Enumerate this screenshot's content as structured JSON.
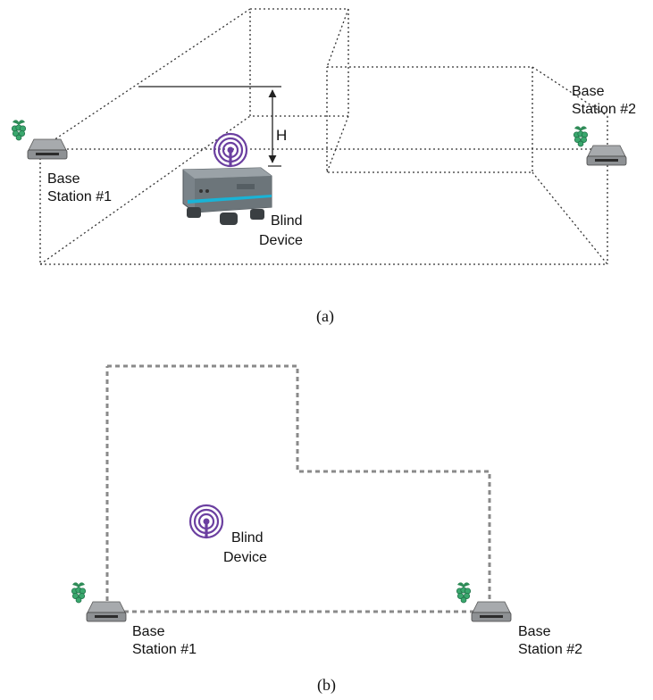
{
  "colors": {
    "line": "#222222",
    "dotted_line": "#333333",
    "dashed_boundary": "#8a8a8a",
    "signal": "#6b3fa0",
    "raspberry_leaf": "#2e8b57",
    "raspberry_fruit": "#3aa76d",
    "device_body": "#7a8389",
    "device_stripe": "#19b3d6"
  },
  "panel_a": {
    "caption": "(a)",
    "height_label": "H",
    "base_station_1": {
      "line1": "Base",
      "line2": "Station #1"
    },
    "base_station_2": {
      "line1": "Base",
      "line2": "Station #2"
    },
    "blind_device": {
      "line1": "Blind",
      "line2": "Device"
    }
  },
  "panel_b": {
    "caption": "(b)",
    "base_station_1": {
      "line1": "Base",
      "line2": "Station #1"
    },
    "base_station_2": {
      "line1": "Base",
      "line2": "Station #2"
    },
    "blind_device": {
      "line1": "Blind",
      "line2": "Device"
    }
  },
  "icons": {
    "base_station": "base-station-icon",
    "raspberry_pi": "raspberry-pi-icon",
    "signal": "wireless-signal-icon",
    "robot": "robot-device-icon"
  }
}
